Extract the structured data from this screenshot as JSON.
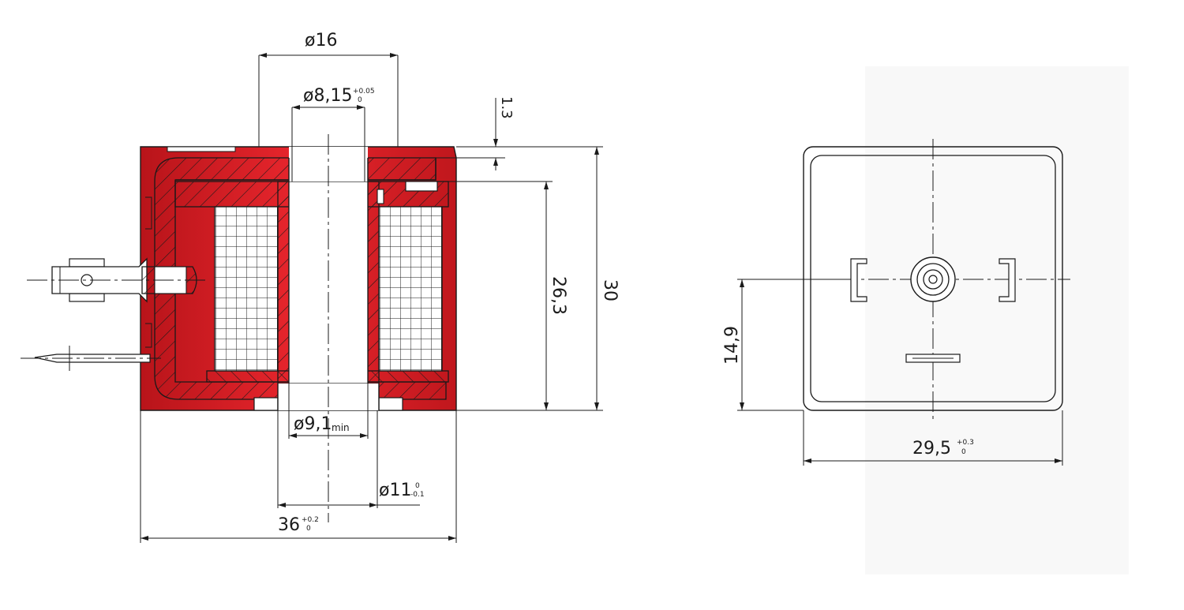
{
  "colors": {
    "housing_red": "#d91d24",
    "line": "#1a1a1a",
    "background": "#ffffff",
    "side_panel": "#f8f8f8"
  },
  "side_view": {
    "dim_outer_top": {
      "symbol": "ø",
      "value": "16"
    },
    "dim_bore": {
      "symbol": "ø",
      "value": "8,15",
      "tol_upper": "+0.05",
      "tol_lower": "0"
    },
    "dim_wall": "1.3",
    "dim_inner_height": "26,3",
    "dim_height": "30",
    "dim_bottom_bore": {
      "symbol": "ø",
      "value": "9,1",
      "suffix": "min"
    },
    "dim_bottom_outer": {
      "symbol": "ø",
      "value": "11",
      "tol_upper": "0",
      "tol_lower": "-0.1"
    },
    "dim_width": {
      "value": "36",
      "tol_upper": "+0.2",
      "tol_lower": "0"
    }
  },
  "end_view": {
    "dim_terminal_height": "14,9",
    "dim_width": {
      "value": "29,5",
      "tol_upper": "+0.3",
      "tol_lower": "0"
    }
  }
}
